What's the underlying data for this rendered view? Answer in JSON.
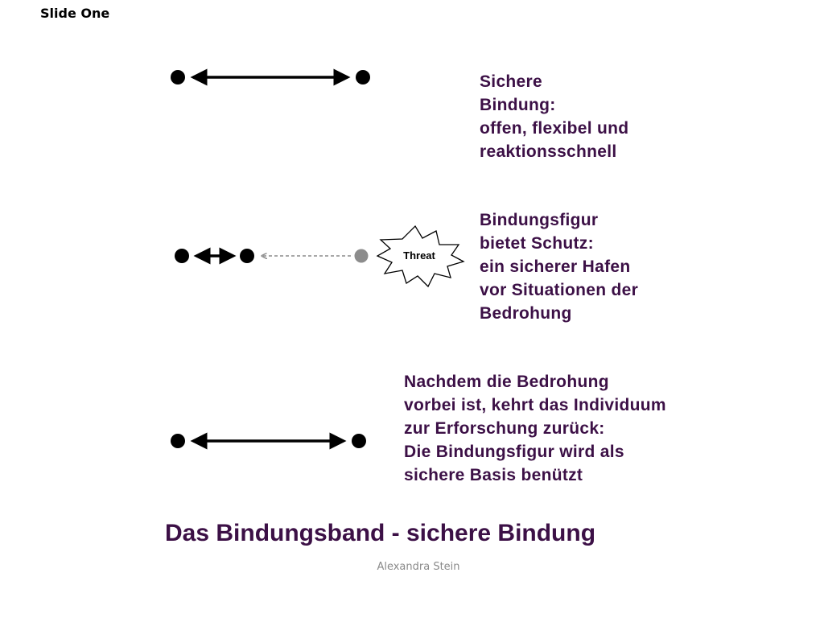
{
  "slide_label": "Slide One",
  "blocks": [
    {
      "lines": [
        "Sichere",
        "Bindung:",
        "offen, flexibel und",
        "reaktionsschnell"
      ]
    },
    {
      "lines": [
        "Bindungsfigur",
        "bietet Schutz:",
        "ein sicherer Hafen",
        "vor Situationen der",
        "Bedrohung"
      ],
      "threat_label": "Threat"
    },
    {
      "lines": [
        "Nachdem die Bedrohung",
        "vorbei ist, kehrt das Individuum",
        "zur Erforschung zurück:",
        "Die Bindungsfigur wird als",
        "sichere Basis benützt"
      ]
    }
  ],
  "title": "Das Bindungsband - sichere Bindung",
  "author": "Alexandra Stein",
  "colors": {
    "text": "#3c1046",
    "marks": "#000000",
    "threat_dot": "#8c8c8c",
    "author": "#8a8a8a"
  }
}
